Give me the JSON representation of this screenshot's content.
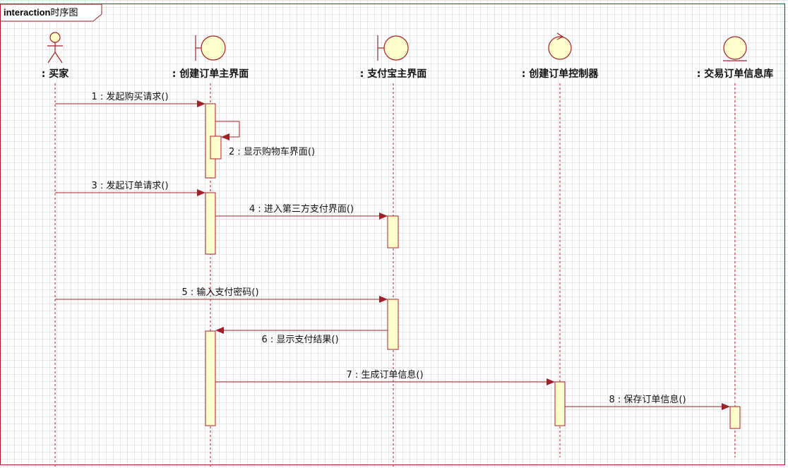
{
  "frame": {
    "name": "interaction",
    "label": "时序图"
  },
  "lifelines": [
    {
      "type": "actor",
      "label": ": 买家"
    },
    {
      "type": "boundary",
      "label": ": 创建订单主界面"
    },
    {
      "type": "boundary",
      "label": ": 支付宝主界面"
    },
    {
      "type": "control",
      "label": ": 创建订单控制器"
    },
    {
      "type": "entity",
      "label": ": 交易订单信息库"
    }
  ],
  "messages": [
    {
      "label": "1 : 发起购买请求()"
    },
    {
      "label": "2 : 显示购物车界面()"
    },
    {
      "label": "3 : 发起订单请求()"
    },
    {
      "label": "4 : 进入第三方支付界面()"
    },
    {
      "label": "5 : 输入支付密码()"
    },
    {
      "label": "6 : 显示支付结果()"
    },
    {
      "label": "7 : 生成订单信息()"
    },
    {
      "label": "8 : 保存订单信息()"
    }
  ],
  "colors": {
    "line": "#a0202a",
    "activation_fill": "#ffffcc",
    "icon_fill": "#ffffcc"
  }
}
